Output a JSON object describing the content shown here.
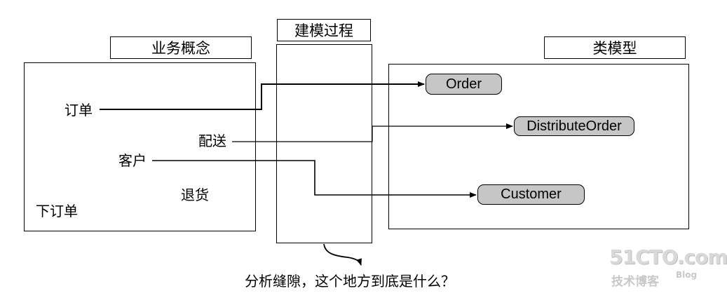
{
  "headers": {
    "business_concepts": "业务概念",
    "modeling_process": "建模过程",
    "class_model": "类模型"
  },
  "business_concepts": {
    "order": "订单",
    "distribution": "配送",
    "customer": "客户",
    "return": "退货",
    "place_order": "下订单"
  },
  "classes": {
    "order": "Order",
    "distribute_order": "DistributeOrder",
    "customer": "Customer"
  },
  "question": "分析缝隙，这个地方到底是什么？",
  "watermark": {
    "site": "51CTO.com",
    "tagline": "技术博客",
    "blog": "Blog"
  }
}
